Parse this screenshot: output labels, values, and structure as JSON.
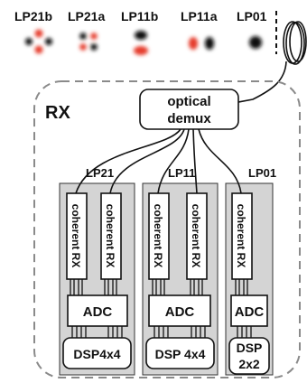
{
  "modes": {
    "lp21b": "LP21b",
    "lp21a": "LP21a",
    "lp11b": "LP11b",
    "lp11a": "LP11a",
    "lp01": "LP01"
  },
  "receiver": {
    "label": "RX",
    "demux_line1": "optical",
    "demux_line2": "demux",
    "groups": {
      "lp21": {
        "label": "LP21",
        "coherent_rx_1": "coherent RX",
        "coherent_rx_2": "coherent RX",
        "adc": "ADC",
        "dsp": "DSP4x4"
      },
      "lp11": {
        "label": "LP11",
        "coherent_rx_1": "coherent RX",
        "coherent_rx_2": "coherent RX",
        "adc": "ADC",
        "dsp": "DSP 4x4"
      },
      "lp01": {
        "label": "LP01",
        "coherent_rx_1": "coherent RX",
        "adc": "ADC",
        "dsp_line1": "DSP",
        "dsp_line2": "2x2"
      }
    }
  },
  "colors": {
    "spot_red": "#e53b2c",
    "spot_black": "#111111",
    "panel": "#d4d4d4",
    "dashed_outline": "#8a8a8a"
  }
}
